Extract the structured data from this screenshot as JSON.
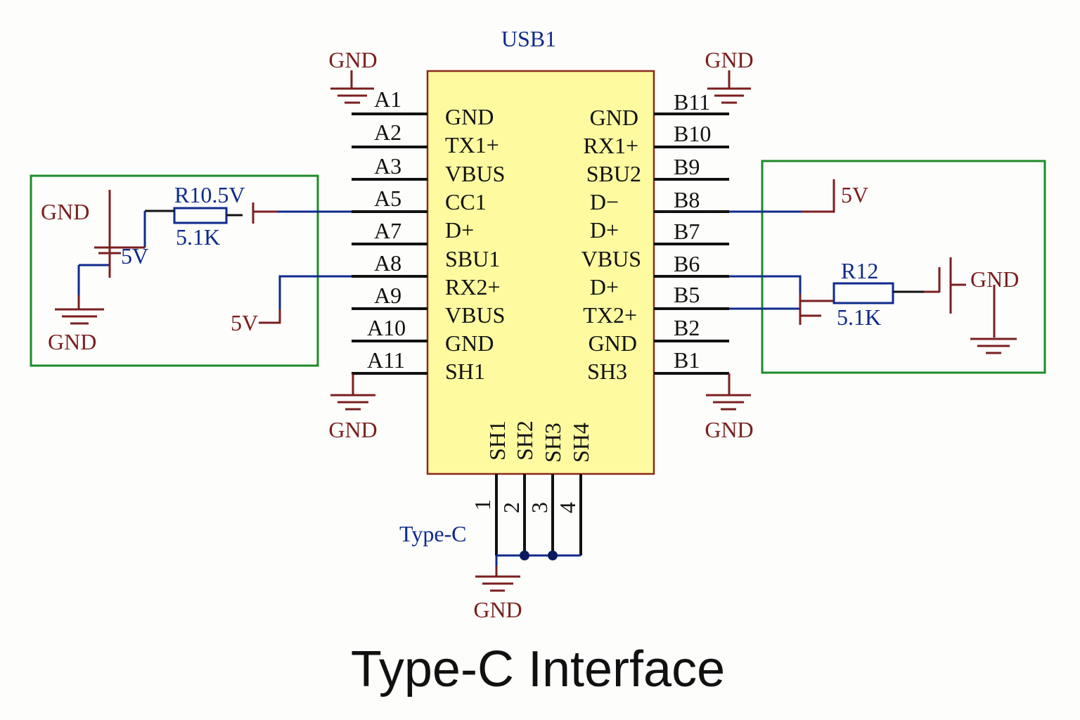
{
  "title": "Type-C Interface",
  "component": {
    "ref": "USB1",
    "value": "Type-C",
    "left_pins": [
      {
        "num": "A1",
        "name": "GND"
      },
      {
        "num": "A2",
        "name": "TX1+"
      },
      {
        "num": "A3",
        "name": "VBUS"
      },
      {
        "num": "A5",
        "name": "CC1"
      },
      {
        "num": "A7",
        "name": "D+"
      },
      {
        "num": "A8",
        "name": "SBU1"
      },
      {
        "num": "A9",
        "name": "RX2+"
      },
      {
        "num": "A10",
        "name": "VBUS"
      },
      {
        "num": "A11",
        "name": "GND"
      },
      {
        "num": "",
        "name": "SH1"
      }
    ],
    "right_pins": [
      {
        "num": "B11",
        "name": "GND"
      },
      {
        "num": "B10",
        "name": "RX1+"
      },
      {
        "num": "B9",
        "name": "SBU2"
      },
      {
        "num": "B8",
        "name": "D−"
      },
      {
        "num": "B7",
        "name": "D+"
      },
      {
        "num": "B6",
        "name": "VBUS"
      },
      {
        "num": "B5",
        "name": "D+"
      },
      {
        "num": "B2",
        "name": "TX2+"
      },
      {
        "num": "B1",
        "name": "GND"
      },
      {
        "num": "",
        "name": "SH3"
      }
    ],
    "bottom_pins": [
      {
        "num": "1",
        "name": "SH1"
      },
      {
        "num": "2",
        "name": "SH2"
      },
      {
        "num": "3",
        "name": "SH3"
      },
      {
        "num": "4",
        "name": "SH4"
      }
    ]
  },
  "left_block": {
    "resistor_ref": "R10.5V",
    "resistor_value": "5.1K",
    "vcc_label": "5V",
    "vcc_label_2": "5V",
    "gnd_top": "GND",
    "gnd_bottom": "GND"
  },
  "right_block": {
    "resistor_ref": "R12",
    "resistor_value": "5.1K",
    "vcc_label": "5V",
    "gnd_label": "GND"
  },
  "gnd_labels": {
    "top_left": "GND",
    "top_right": "GND",
    "bottom_left": "GND",
    "bottom_right": "GND",
    "shield": "GND"
  },
  "colors": {
    "component_fill": "#fdfaa0",
    "component_border": "#8b2a1a",
    "power_symbol": "#7a1f1f",
    "net_wire": "#0f2a8c",
    "box_outline": "#1e8a2a",
    "pin_line": "#111111"
  }
}
